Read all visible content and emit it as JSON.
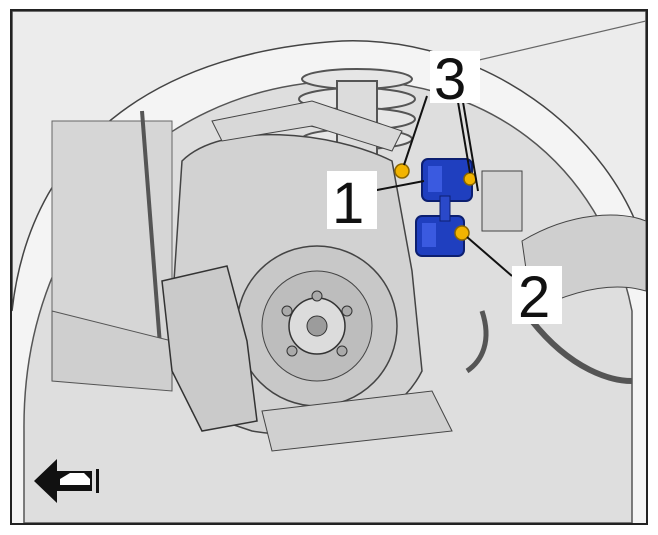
{
  "callouts": {
    "c1": "1",
    "c2": "2",
    "c3": "3"
  },
  "colors": {
    "part_highlight": "#1f3fbf",
    "bolt_highlight": "#f2b400",
    "line": "#222222",
    "metal_light": "#e3e3e3",
    "metal_mid": "#c9c9c9",
    "metal_dark": "#9c9c9c"
  },
  "icons": {
    "direction": "arrow-left-car-icon"
  }
}
